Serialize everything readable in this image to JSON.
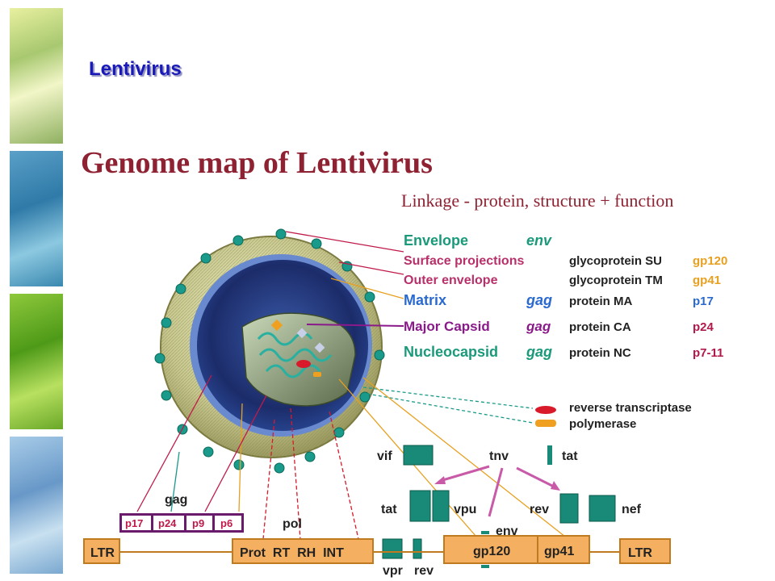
{
  "slide": {
    "title": "Lentivirus"
  },
  "heading": "Genome map of Lentivirus",
  "subheading": "Linkage - protein, structure + function",
  "components": [
    {
      "name": "Envelope",
      "gene": "env",
      "protein": "",
      "code": "",
      "color": "#1a9a7a",
      "gene_color": "#1a9a7a"
    },
    {
      "name": "Surface projections",
      "gene": "",
      "protein": "glycoprotein  SU",
      "code": "gp120",
      "color": "#b8306a",
      "code_color": "#e8a020"
    },
    {
      "name": "Outer envelope",
      "gene": "",
      "protein": "glycoprotein  TM",
      "code": "gp41",
      "color": "#b8306a",
      "code_color": "#e8a020"
    },
    {
      "name": "Matrix",
      "gene": "gag",
      "protein": "protein  MA",
      "code": "p17",
      "color": "#2a6ad0",
      "gene_color": "#2a6ad0",
      "code_color": "#2a6ad0"
    },
    {
      "name": "Major Capsid",
      "gene": "gag",
      "protein": "protein  CA",
      "code": "p24",
      "color": "#8a1a8a",
      "gene_color": "#8a1a8a",
      "code_color": "#b01a4a"
    },
    {
      "name": "Nucleocapsid",
      "gene": "gag",
      "protein": "protein  NC",
      "code": "p7-11",
      "color": "#1a9a7a",
      "gene_color": "#1a9a7a",
      "code_color": "#b01a4a"
    }
  ],
  "enzymes": [
    {
      "label": "reverse transcriptase",
      "color": "#d81a2a"
    },
    {
      "label": "polymerase",
      "color": "#f0a020"
    }
  ],
  "accessory_genes": {
    "vif": "vif",
    "tnv": "tnv",
    "tat_top": "tat",
    "tat": "tat",
    "vpu": "vpu",
    "rev": "rev",
    "nef": "nef",
    "env": "env",
    "vpr": "vpr",
    "rev_bottom": "rev"
  },
  "gag_label": "gag",
  "gag_proteins": [
    "p17",
    "p24",
    "p9",
    "p6"
  ],
  "pol_label": "pol",
  "genome_bar": {
    "ltr_left": "LTR",
    "pol_segments": "Prot  RT  RH  INT",
    "gp120": "gp120",
    "gp41": "gp41",
    "ltr_right": "LTR"
  },
  "colors": {
    "gene_box": "#f4b060",
    "gene_border": "#c07a20",
    "teal": "#1a8a78",
    "heading": "#8e2232"
  }
}
